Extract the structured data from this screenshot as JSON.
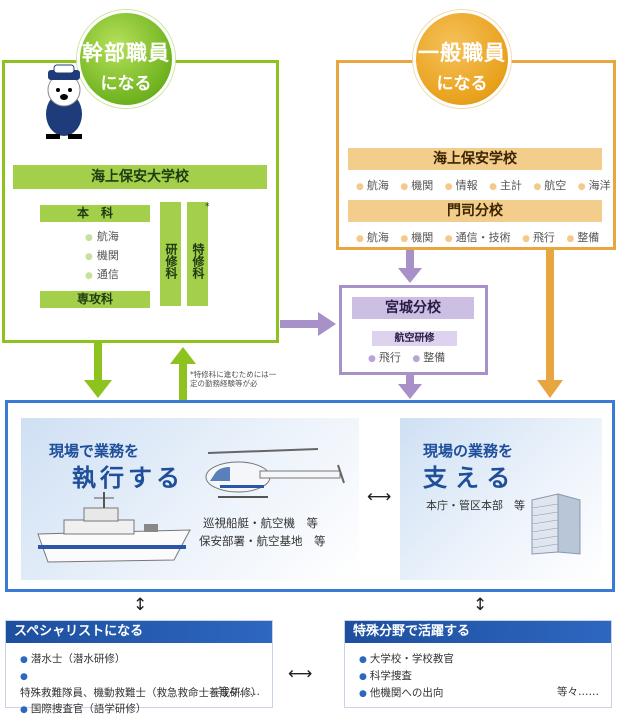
{
  "cadre": {
    "line1": "幹部職員",
    "line2": "になる"
  },
  "general": {
    "line1": "一般職員",
    "line2": "になる"
  },
  "academy": {
    "title": "海上保安大学校",
    "main_course": "本　科",
    "main_items": [
      "航海",
      "機関",
      "通信"
    ],
    "advanced_course": "専攻科",
    "research_course": "研修科",
    "special_course": "特修科",
    "special_mark": "*",
    "note": "*特修科に進むためには一定の勤務経験等が必"
  },
  "school": {
    "title": "海上保安学校",
    "items": [
      "航海",
      "機関",
      "情報",
      "主計",
      "航空",
      "海洋"
    ],
    "moji_title": "門司分校",
    "moji_items": [
      "航海",
      "機関",
      "通信・技術",
      "飛行",
      "整備"
    ]
  },
  "miyagi": {
    "title": "宮城分校",
    "sub": "航空研修",
    "items": [
      "飛行",
      "整備"
    ]
  },
  "field_exec": {
    "line1": "現場で業務を",
    "line2": "執行する",
    "desc1": "巡視船艇・航空機　等",
    "desc2": "保安部署・航空基地　等"
  },
  "field_support": {
    "line1": "現場の業務を",
    "line2": "支える",
    "desc": "本庁・管区本部　等"
  },
  "specialist": {
    "title": "スペシャリストになる",
    "items": [
      "潜水士（潜水研修）",
      "特殊救難隊員、機動救難士（救急救命士養成研修）",
      "国際捜査官（語学研修）"
    ],
    "etc": "等々……"
  },
  "special_field": {
    "title": "特殊分野で活躍する",
    "items": [
      "大学校・学校教官",
      "科学捜査",
      "他機関への出向"
    ],
    "etc": "等々……"
  },
  "colors": {
    "green": "#8dc21f",
    "orange": "#e8a640",
    "purple": "#a890c8",
    "blue": "#3a7bd5"
  }
}
